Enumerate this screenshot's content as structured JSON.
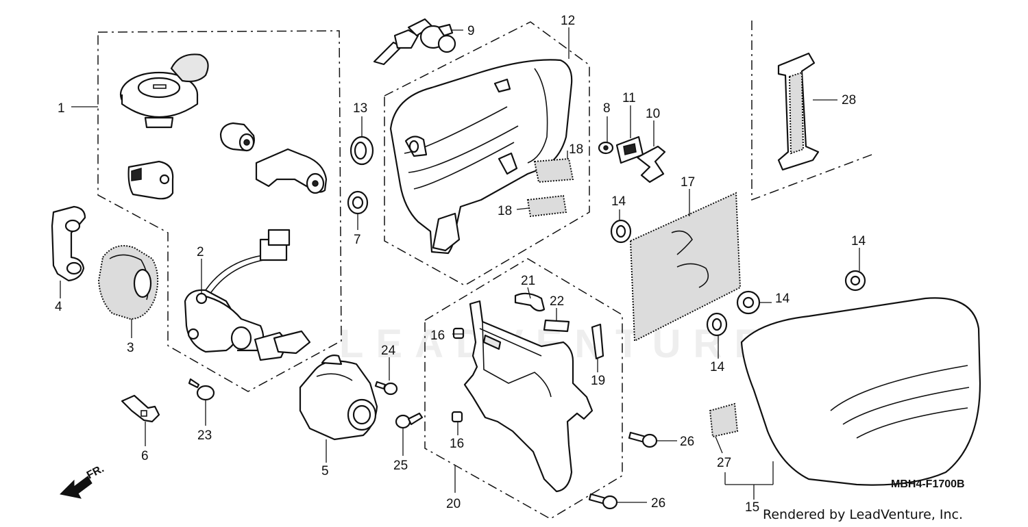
{
  "diagram": {
    "code": "MBH4-F1700B",
    "credit": "Rendered by LeadVenture, Inc.",
    "watermark": "LEADVENTURE",
    "direction_label": "FR.",
    "callouts": {
      "c1": "1",
      "c2": "2",
      "c3": "3",
      "c4": "4",
      "c5": "5",
      "c6": "6",
      "c7": "7",
      "c8": "8",
      "c9": "9",
      "c10": "10",
      "c11": "11",
      "c12": "12",
      "c13": "13",
      "c14a": "14",
      "c14b": "14",
      "c14c": "14",
      "c14d": "14",
      "c15": "15",
      "c16a": "16",
      "c16b": "16",
      "c17": "17",
      "c18a": "18",
      "c18b": "18",
      "c19": "19",
      "c20": "20",
      "c21": "21",
      "c22": "22",
      "c23": "23",
      "c24": "24",
      "c25": "25",
      "c26a": "26",
      "c26b": "26",
      "c27": "27",
      "c28": "28"
    }
  }
}
